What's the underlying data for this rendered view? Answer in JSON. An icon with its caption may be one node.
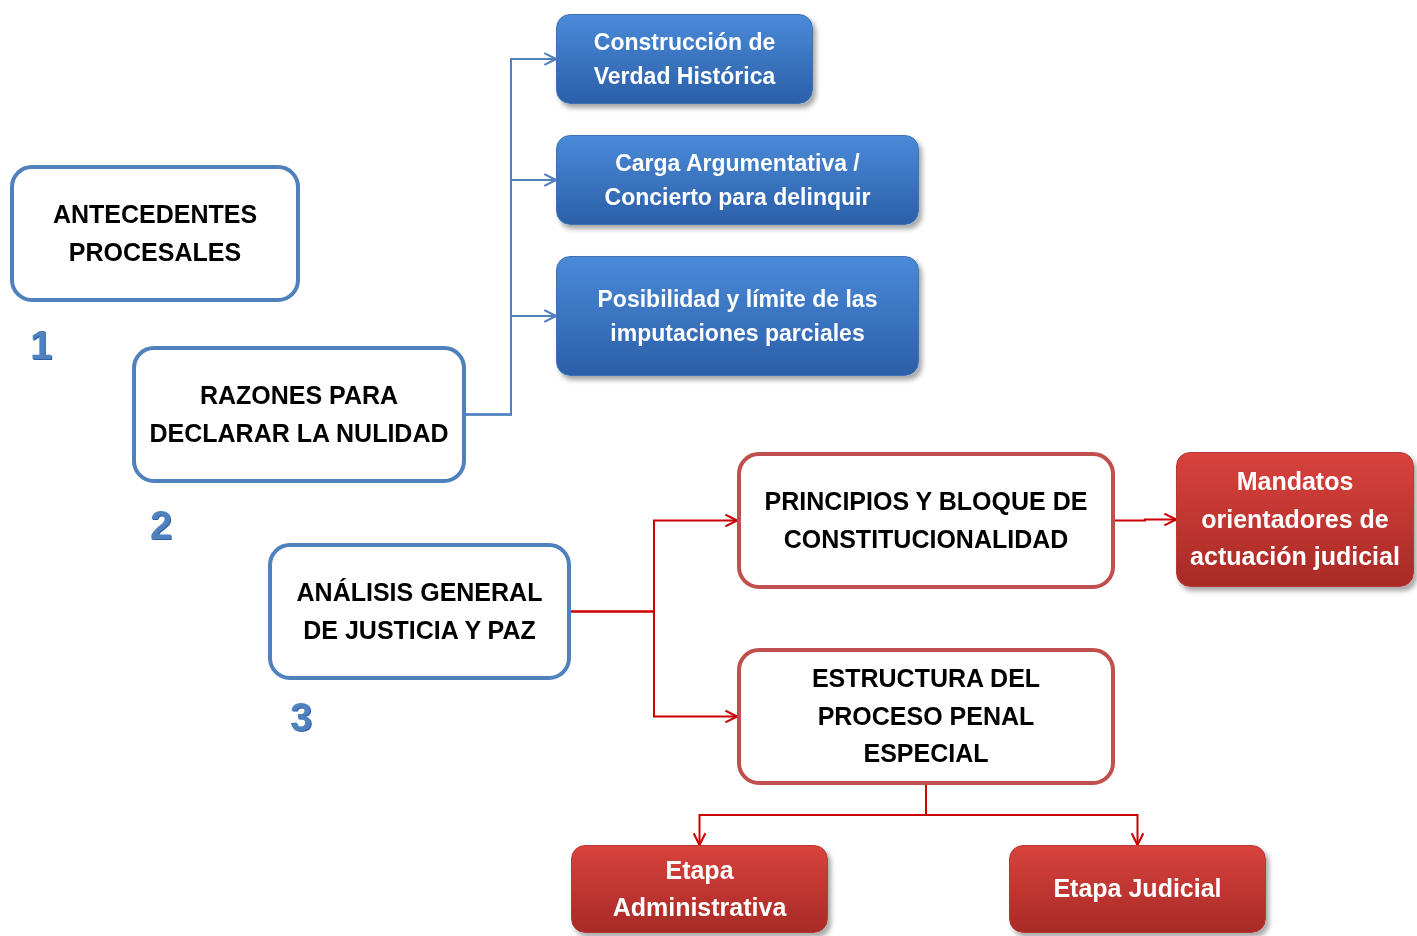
{
  "diagram": {
    "nodes": [
      {
        "text": [
          "ANTECEDENTES PROCESALES"
        ]
      },
      {
        "text": [
          "RAZONES PARA DECLARAR LA NULIDAD"
        ]
      },
      {
        "text": [
          "ANÁLISIS GENERAL DE JUSTICIA Y PAZ"
        ]
      },
      {
        "text": [
          "Construcción de Verdad Histórica"
        ]
      },
      {
        "text": [
          "Carga Argumentativa / Concierto para delinquir"
        ]
      },
      {
        "text": [
          "Posibilidad y límite de las imputaciones parciales"
        ]
      },
      {
        "text": [
          "PRINCIPIOS Y BLOQUE DE CONSTITUCIONALIDAD"
        ]
      },
      {
        "text": [
          "Mandatos orientadores de actuación judicial"
        ]
      },
      {
        "text": [
          "ESTRUCTURA DEL PROCESO PENAL ESPECIAL"
        ]
      },
      {
        "text": [
          "Etapa Administrativa"
        ]
      },
      {
        "text": [
          "Etapa Judicial"
        ]
      }
    ],
    "edges": [
      {
        "from": 1,
        "to": 3,
        "arrow": "to",
        "color": "#4f81bd"
      },
      {
        "from": 1,
        "to": 4,
        "arrow": "to",
        "color": "#4f81bd"
      },
      {
        "from": 1,
        "to": 5,
        "arrow": "to",
        "color": "#4f81bd"
      },
      {
        "from": 2,
        "to": 6,
        "arrow": "to"
      },
      {
        "from": 2,
        "to": 8,
        "arrow": "to"
      },
      {
        "from": 6,
        "to": 7,
        "arrow": "to"
      },
      {
        "from": 8,
        "to": 9,
        "arrow": "to"
      },
      {
        "from": 8,
        "to": 10,
        "arrow": "to"
      }
    ],
    "labels": [
      "1",
      "2",
      "3"
    ]
  }
}
